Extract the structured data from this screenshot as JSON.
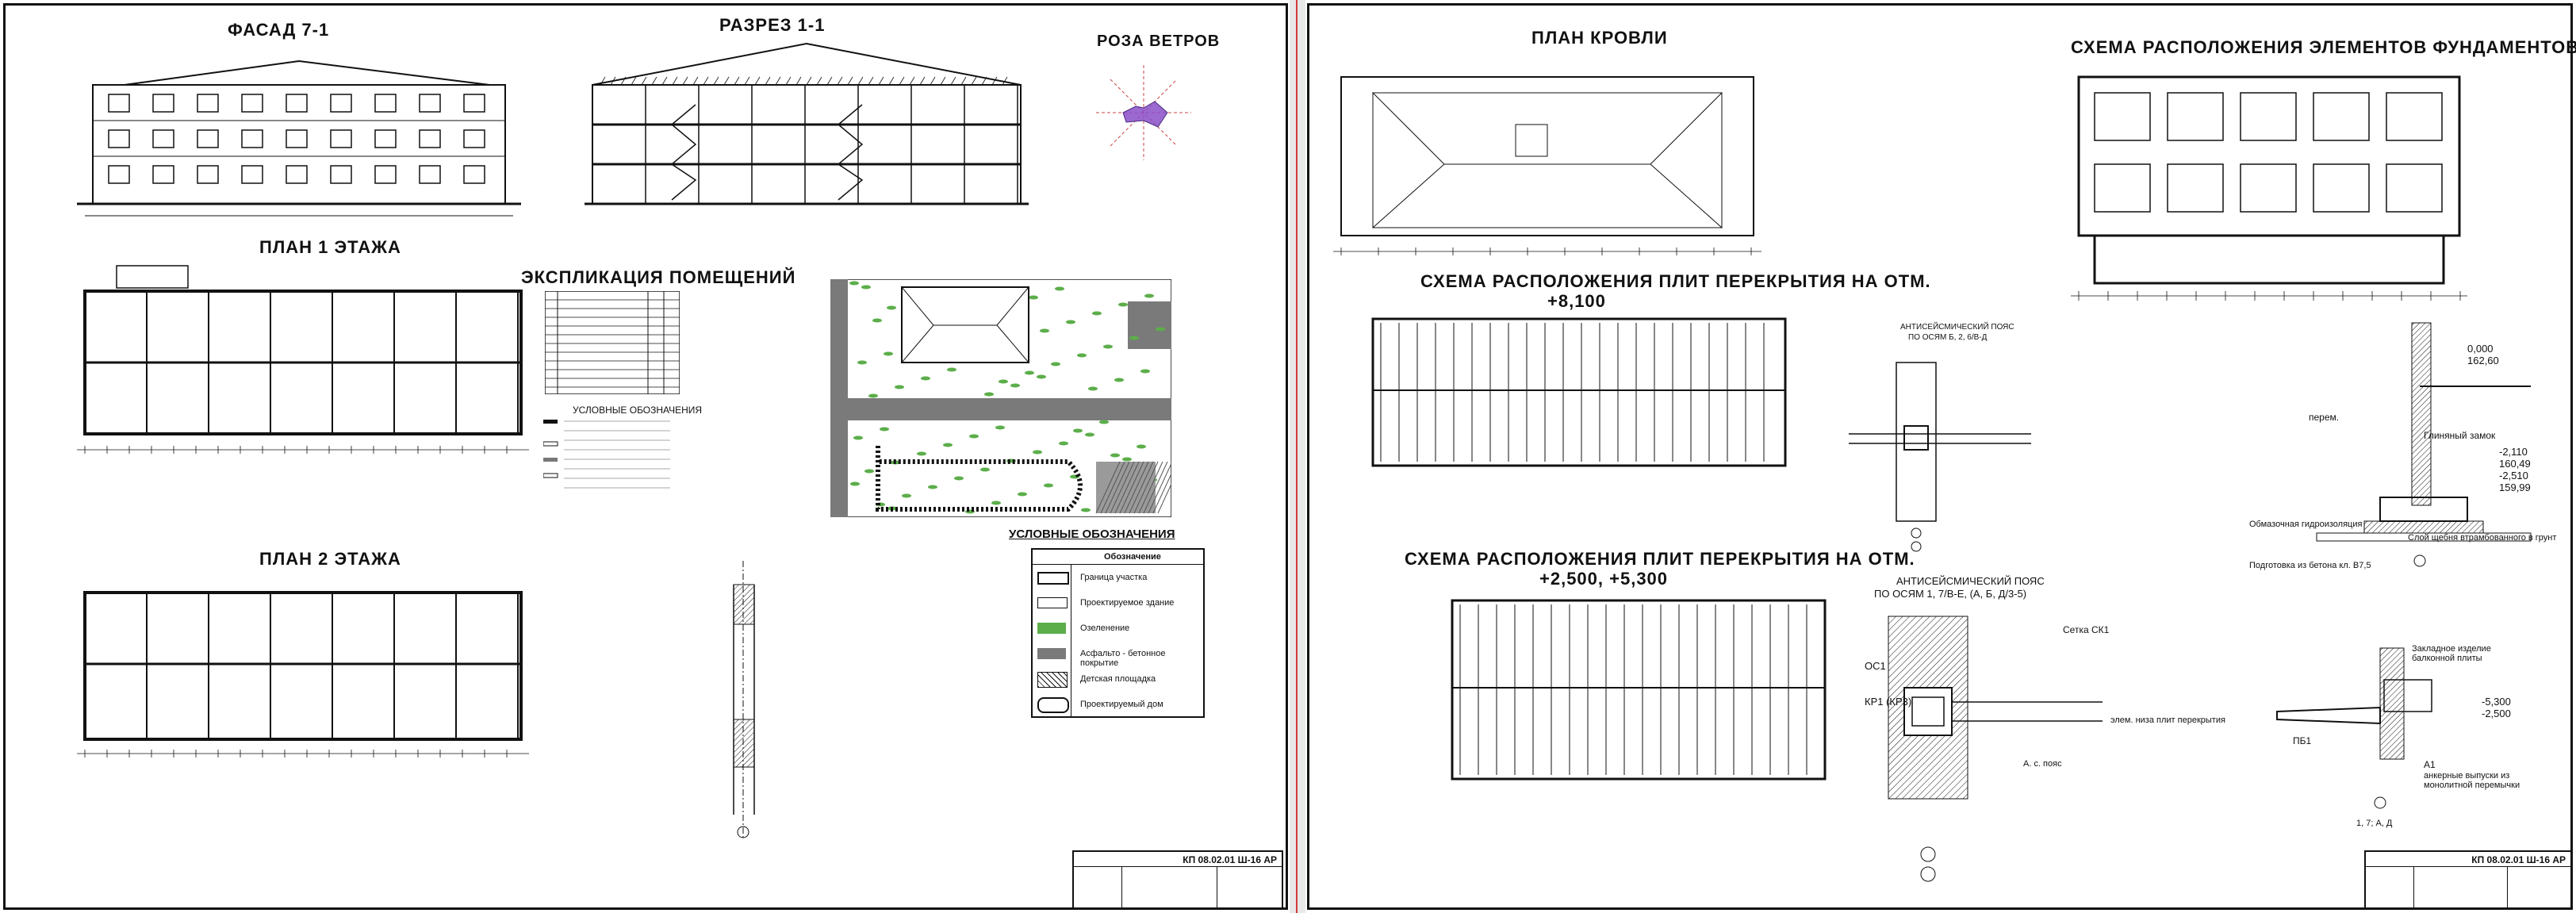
{
  "left_sheet": {
    "facade_title": "ФАСАД 7-1",
    "section_title": "РАЗРЕЗ 1-1",
    "wind_rose_title": "РОЗА ВЕТРОВ",
    "plan1_title": "ПЛАН 1 ЭТАЖА",
    "explication_title": "ЭКСПЛИКАЦИЯ ПОМЕЩЕНИЙ",
    "plan2_title": "ПЛАН 2 ЭТАЖА",
    "symbols_title": "УСЛОВНЫЕ ОБОЗНАЧЕНИЯ",
    "site_legend_title": "УСЛОВНЫЕ ОБОЗНАЧЕНИЯ",
    "site_legend_header": "Обозначение",
    "site_legend": [
      "Граница участка",
      "Проектируемое здание",
      "Озеленение",
      "Асфальто - бетонное покрытие",
      "Детская площадка",
      "Проектируемый дом"
    ],
    "stamp_code": "КП 08.02.01 Ш-16 АР"
  },
  "right_sheet": {
    "roof_title": "ПЛАН КРОВЛИ",
    "foundation_title": "СХЕМА РАСПОЛОЖЕНИЯ ЭЛЕМЕНТОВ ФУНДАМЕНТОВ",
    "slab1_title": "СХЕМА РАСПОЛОЖЕНИЯ ПЛИТ ПЕРЕКРЫТИЯ НА ОТМ.",
    "slab1_level": "+8,100",
    "slab2_title": "СХЕМА РАСПОЛОЖЕНИЯ ПЛИТ ПЕРЕКРЫТИЯ НА ОТМ.",
    "slab2_level": "+2,500, +5,300",
    "belt1_title": "АНТИСЕЙСМИЧЕСКИЙ ПОЯС",
    "belt1_sub": "ПО ОСЯМ Б, 2, 6/В-Д",
    "belt2_title": "АНТИСЕЙСМИЧЕСКИЙ ПОЯС",
    "belt2_sub": "ПО ОСЯМ 1, 7/В-Е, (А, Б, Д/3-5)",
    "levels": [
      "0,000",
      "162,60",
      "-2,110",
      "160,49",
      "-2,510",
      "159,99",
      "-5,300",
      "-2,500"
    ],
    "labels": {
      "mesh": "Сетка СК1",
      "castle": "Глиняный замок",
      "waterproof": "Обмазочная гидроизоляция",
      "gravel": "Слой щебня втрамбованного в грунт",
      "prep": "Подготовка из бетона кл. В7,5",
      "embedded": "Закладное изделие балконной плиты",
      "anchor": "анкерные выпуски из монолитной перемычки",
      "pb1": "ПБ1",
      "a1": "А1",
      "kr1": "КР1 (КР3)",
      "os1": "ОС1",
      "axes_note": "1, 7; А, Д",
      "overlap": "перем.",
      "slab_bottom": "элем. низа плит перекрытия",
      "belt_a": "А. с. пояс"
    },
    "stamp_code": "КП 08.02.01 Ш-16 АР"
  },
  "colors": {
    "ink": "#111111",
    "green": "#5cae4a",
    "asphalt": "#7a7a7a",
    "rose": "#8a4fc8",
    "sheet_sep": "#d23a3a"
  }
}
